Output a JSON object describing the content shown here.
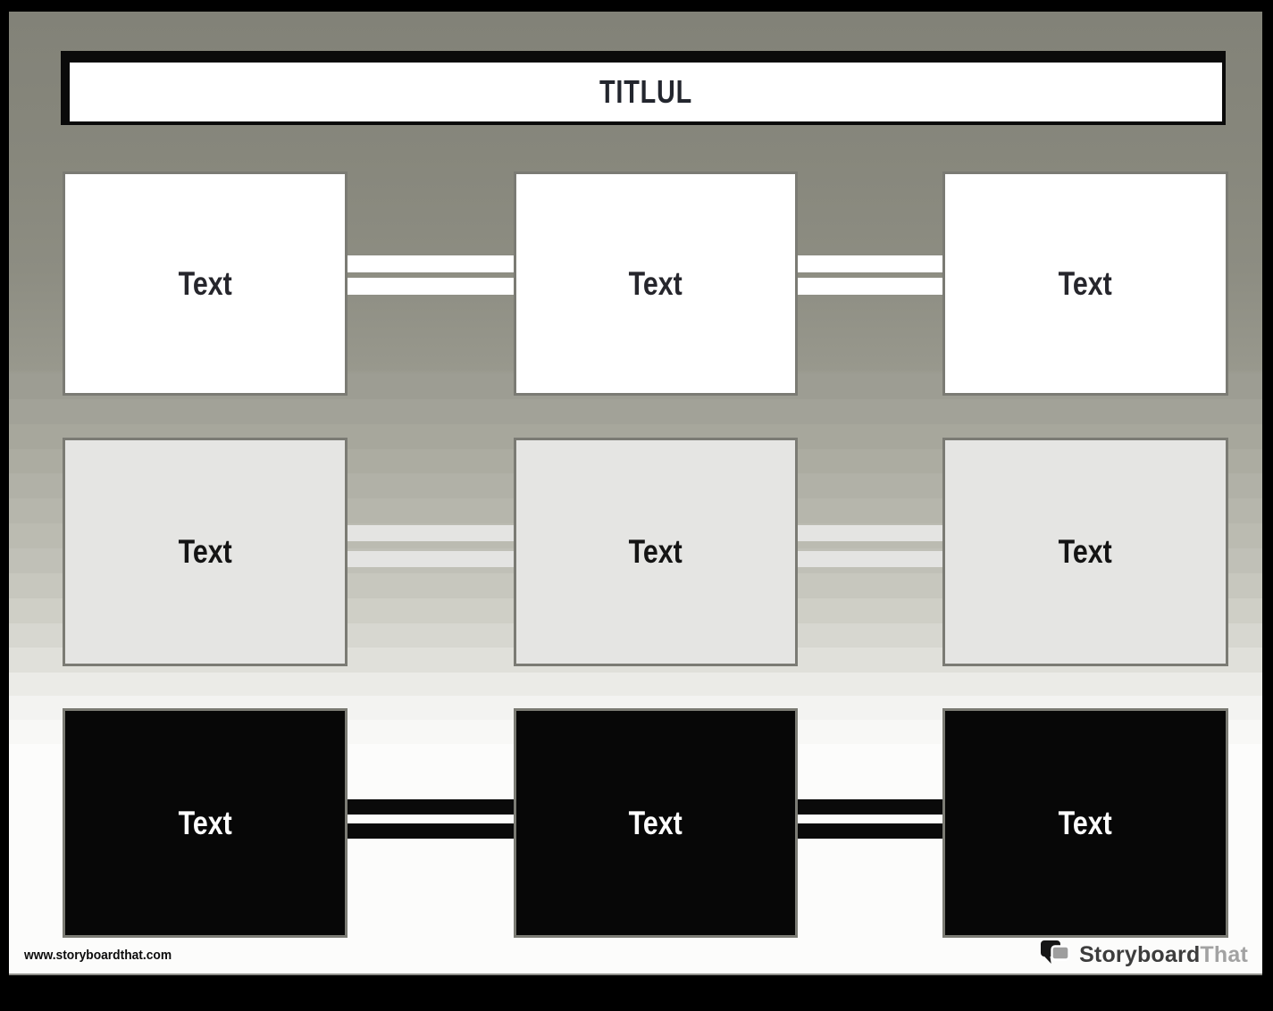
{
  "title": "TITLUL",
  "diagram": {
    "rows": [
      {
        "name": "row-1",
        "box_fill": "#ffffff",
        "text_color": "#26262c",
        "connector_color": "#ffffff",
        "cells": [
          "Text",
          "Text",
          "Text"
        ]
      },
      {
        "name": "row-2",
        "box_fill": "#e5e5e3",
        "text_color": "#141414",
        "connector_color": "#e4e4e2",
        "cells": [
          "Text",
          "Text",
          "Text"
        ]
      },
      {
        "name": "row-3",
        "box_fill": "#070707",
        "text_color": "#ffffff",
        "connector_color": "#0a0a0a",
        "cells": [
          "Text",
          "Text",
          "Text"
        ]
      }
    ]
  },
  "footer": {
    "watermark": "www.storyboardthat.com",
    "logo": {
      "storyboard": "Storyboard",
      "that": "That"
    }
  },
  "colors": {
    "frame": "#000000",
    "background_top": "#828278",
    "background_bottom": "#fcfcfb",
    "box_border": "#7b7b74",
    "title_border": "#0a0a0a",
    "title_text": "#23262e",
    "logo_storyboard": "#3d3d3d",
    "logo_that": "#a2a2a2"
  }
}
